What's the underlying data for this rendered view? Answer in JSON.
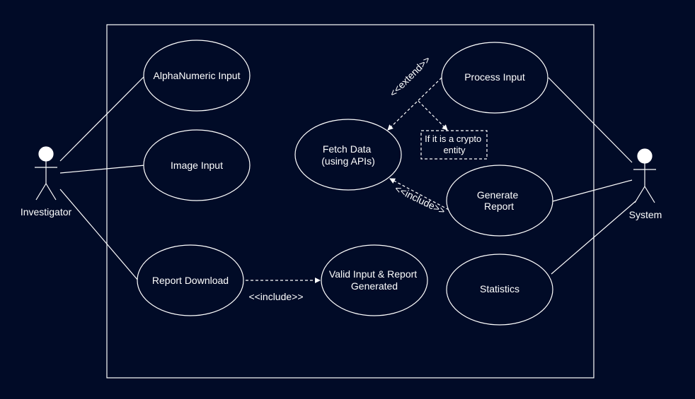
{
  "diagram": {
    "background": "#010b27",
    "stroke_color": "#ffffff",
    "actors": {
      "investigator": {
        "label": "Investigator"
      },
      "system": {
        "label": "System"
      }
    },
    "use_cases": {
      "alphanumeric_input": {
        "lines": [
          "AlphaNumeric Input"
        ]
      },
      "image_input": {
        "lines": [
          "Image Input"
        ]
      },
      "report_download": {
        "lines": [
          "Report Download"
        ]
      },
      "fetch_data": {
        "lines": [
          "Fetch Data",
          "(using APIs)"
        ]
      },
      "process_input": {
        "lines": [
          "Process Input"
        ]
      },
      "generate_report": {
        "lines": [
          "Generate",
          "Report"
        ]
      },
      "statistics": {
        "lines": [
          "Statistics"
        ]
      },
      "valid_input_report": {
        "lines": [
          "Valid Input & Report",
          "Generated"
        ]
      }
    },
    "relationships": {
      "extend_label": "<<extend>>",
      "include_fetch_label": "<<include>>",
      "include_download_label": "<<include>>"
    },
    "note": {
      "lines": [
        "If it is a crypto",
        "entity"
      ]
    }
  }
}
